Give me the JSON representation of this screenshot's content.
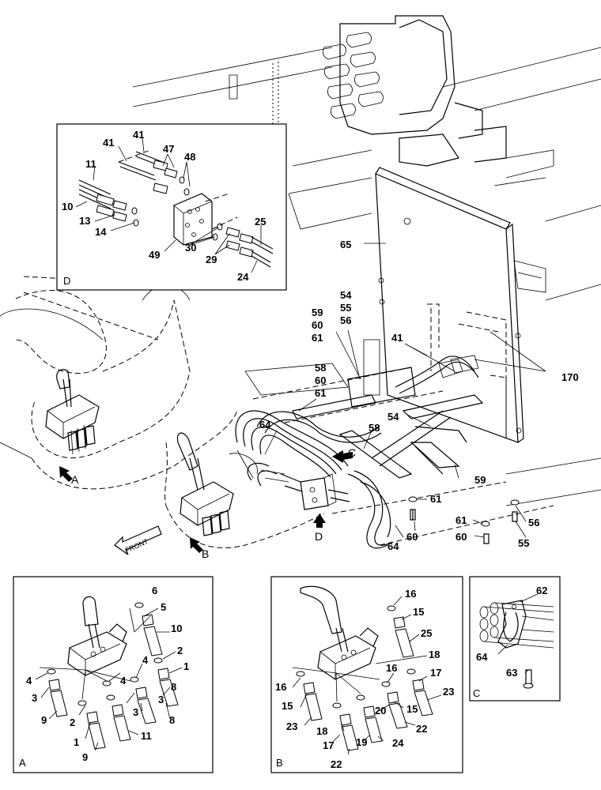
{
  "main_labels": [
    {
      "id": "m65",
      "text": "65"
    },
    {
      "id": "m54a",
      "text": "54"
    },
    {
      "id": "m55a",
      "text": "55"
    },
    {
      "id": "m56a",
      "text": "56"
    },
    {
      "id": "m59a",
      "text": "59"
    },
    {
      "id": "m60a",
      "text": "60"
    },
    {
      "id": "m61a",
      "text": "61"
    },
    {
      "id": "m41",
      "text": "41"
    },
    {
      "id": "m170",
      "text": "170"
    },
    {
      "id": "m58a",
      "text": "58"
    },
    {
      "id": "m60b",
      "text": "60"
    },
    {
      "id": "m61b",
      "text": "61"
    },
    {
      "id": "m64a",
      "text": "64"
    },
    {
      "id": "m54b",
      "text": "54"
    },
    {
      "id": "m58b",
      "text": "58"
    },
    {
      "id": "m59b",
      "text": "59"
    },
    {
      "id": "m61c",
      "text": "61"
    },
    {
      "id": "m60c",
      "text": "60"
    },
    {
      "id": "m64b",
      "text": "64"
    },
    {
      "id": "m61d",
      "text": "61"
    },
    {
      "id": "m60d",
      "text": "60"
    },
    {
      "id": "m56b",
      "text": "56"
    },
    {
      "id": "m55b",
      "text": "55"
    }
  ],
  "view_markers": {
    "arrow_a": "A",
    "arrow_b": "B",
    "arrow_c": "C",
    "arrow_d": "D",
    "front": "FRONT"
  },
  "detail_d": {
    "title": "D",
    "labels": [
      {
        "id": "d41a",
        "text": "41"
      },
      {
        "id": "d41b",
        "text": "41"
      },
      {
        "id": "d47",
        "text": "47"
      },
      {
        "id": "d48",
        "text": "48"
      },
      {
        "id": "d11",
        "text": "11"
      },
      {
        "id": "d10",
        "text": "10"
      },
      {
        "id": "d13",
        "text": "13"
      },
      {
        "id": "d14",
        "text": "14"
      },
      {
        "id": "d25",
        "text": "25"
      },
      {
        "id": "d49",
        "text": "49"
      },
      {
        "id": "d30",
        "text": "30"
      },
      {
        "id": "d29",
        "text": "29"
      },
      {
        "id": "d24",
        "text": "24"
      }
    ]
  },
  "detail_a": {
    "title": "A",
    "labels": [
      {
        "id": "a6",
        "text": "6"
      },
      {
        "id": "a5",
        "text": "5"
      },
      {
        "id": "a10",
        "text": "10"
      },
      {
        "id": "a2a",
        "text": "2"
      },
      {
        "id": "a4a",
        "text": "4"
      },
      {
        "id": "a1a",
        "text": "1"
      },
      {
        "id": "a4b",
        "text": "4"
      },
      {
        "id": "a4c",
        "text": "4"
      },
      {
        "id": "a3a",
        "text": "3"
      },
      {
        "id": "a8a",
        "text": "8"
      },
      {
        "id": "a3b",
        "text": "3"
      },
      {
        "id": "a9a",
        "text": "9"
      },
      {
        "id": "a2b",
        "text": "2"
      },
      {
        "id": "a3c",
        "text": "3"
      },
      {
        "id": "a8b",
        "text": "8"
      },
      {
        "id": "a1b",
        "text": "1"
      },
      {
        "id": "a11",
        "text": "11"
      },
      {
        "id": "a9b",
        "text": "9"
      }
    ]
  },
  "detail_b": {
    "title": "B",
    "labels": [
      {
        "id": "b16a",
        "text": "16"
      },
      {
        "id": "b15a",
        "text": "15"
      },
      {
        "id": "b25",
        "text": "25"
      },
      {
        "id": "b18a",
        "text": "18"
      },
      {
        "id": "b16b",
        "text": "16"
      },
      {
        "id": "b17a",
        "text": "17"
      },
      {
        "id": "b16c",
        "text": "16"
      },
      {
        "id": "b15b",
        "text": "15"
      },
      {
        "id": "b23a",
        "text": "23"
      },
      {
        "id": "b15c",
        "text": "15"
      },
      {
        "id": "b23b",
        "text": "23"
      },
      {
        "id": "b18b",
        "text": "18"
      },
      {
        "id": "b20",
        "text": "20"
      },
      {
        "id": "b22a",
        "text": "22"
      },
      {
        "id": "b17b",
        "text": "17"
      },
      {
        "id": "b19",
        "text": "19"
      },
      {
        "id": "b24",
        "text": "24"
      },
      {
        "id": "b22b",
        "text": "22"
      }
    ]
  },
  "detail_c": {
    "title": "C",
    "labels": [
      {
        "id": "c62",
        "text": "62"
      },
      {
        "id": "c64",
        "text": "64"
      },
      {
        "id": "c63",
        "text": "63"
      }
    ]
  }
}
